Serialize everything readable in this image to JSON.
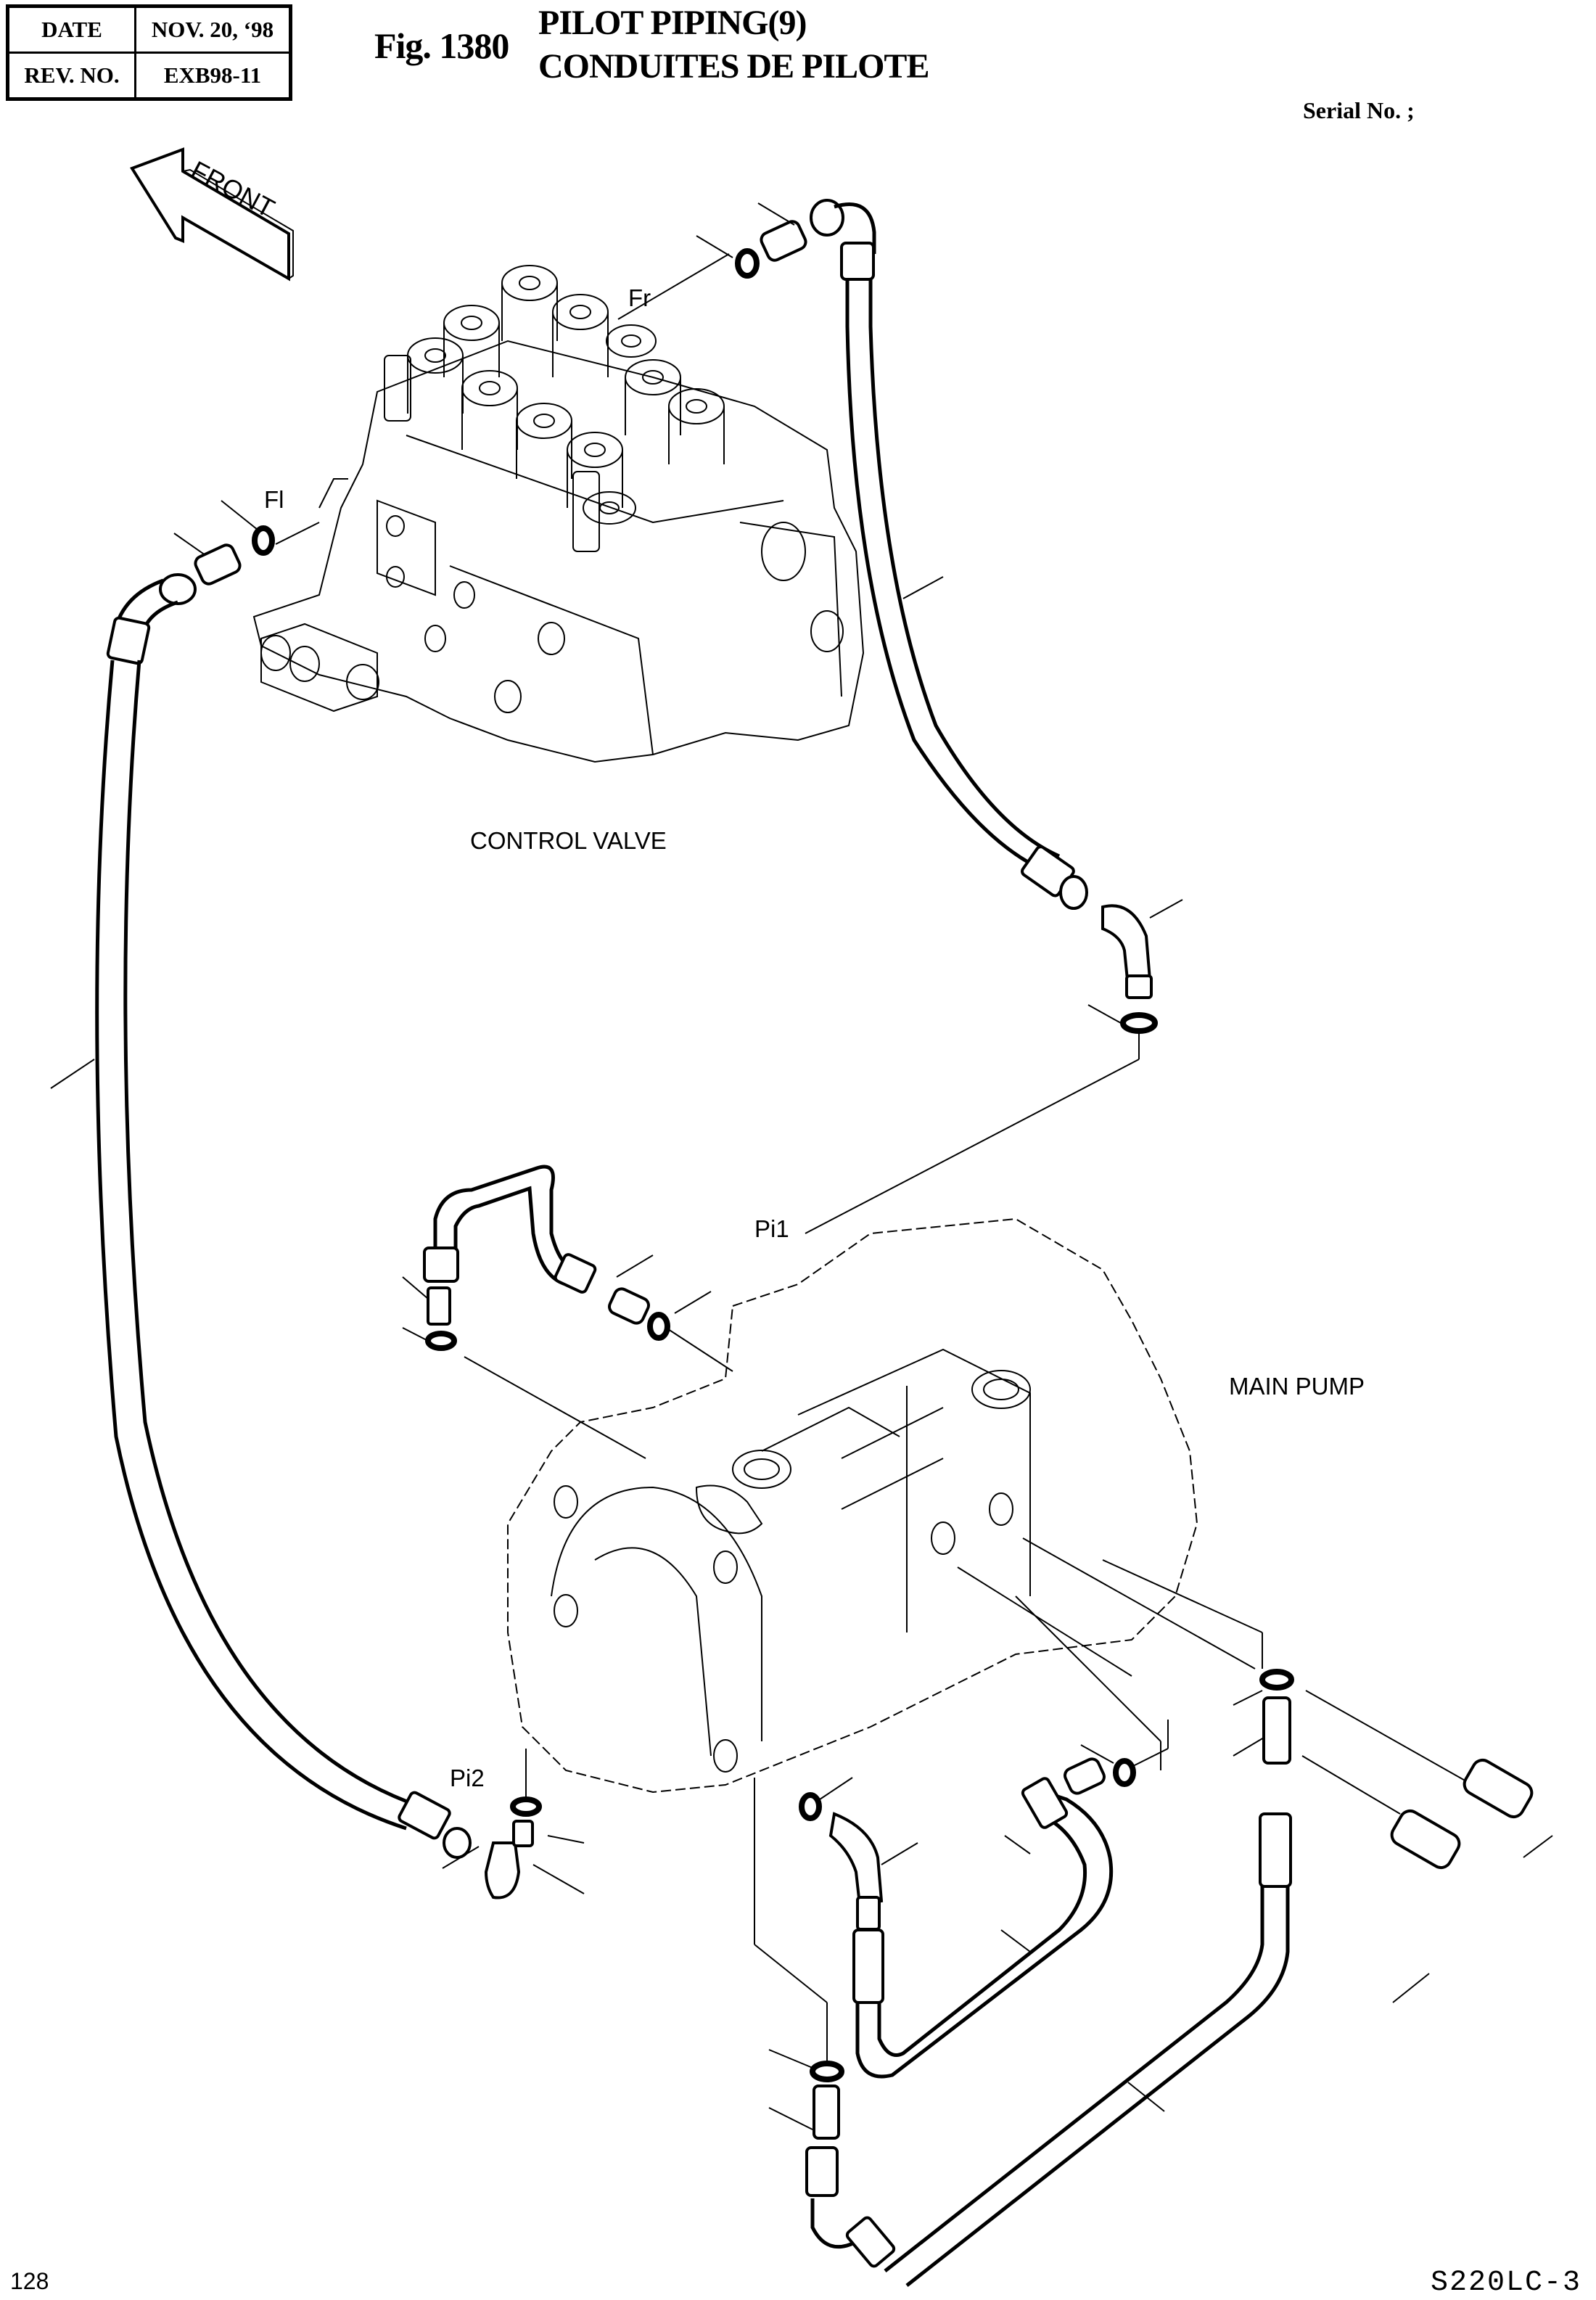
{
  "header": {
    "date_label": "DATE",
    "date_value": "NOV. 20, ‘98",
    "rev_label": "REV. NO.",
    "rev_value": "EXB98-11"
  },
  "figure": {
    "number": "Fig. 1380",
    "title_en": "PILOT PIPING(9)",
    "title_fr": "CONDUITES DE PILOTE",
    "serial": "Serial No. ;"
  },
  "labels": {
    "front": "FRONT",
    "fr": "Fr",
    "fl": "Fl",
    "control_valve": "CONTROL VALVE",
    "pi1": "Pi1",
    "main_pump": "MAIN PUMP",
    "pi2": "Pi2"
  },
  "footer": {
    "page": "128",
    "model": "S220LC-3"
  }
}
